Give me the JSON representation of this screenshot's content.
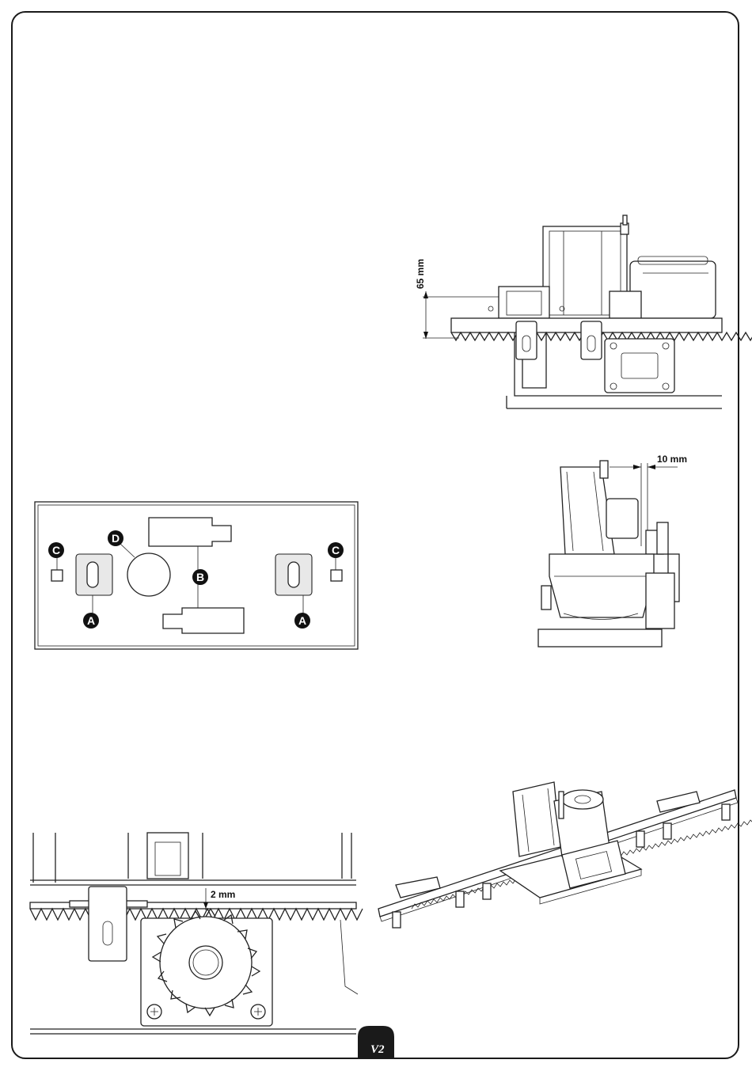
{
  "figures": {
    "fig_height": {
      "dimension_label": "65 mm"
    },
    "fig_gap": {
      "dimension_label": "10 mm"
    },
    "fig_baseplate": {
      "callouts": {
        "a": "A",
        "b": "B",
        "c": "C",
        "d": "D"
      }
    },
    "fig_pinion": {
      "dimension_label": "2 mm"
    }
  },
  "footer": {
    "logo_text": "V2"
  },
  "colors": {
    "line": "#222222",
    "ink": "#111111",
    "background": "#ffffff"
  }
}
